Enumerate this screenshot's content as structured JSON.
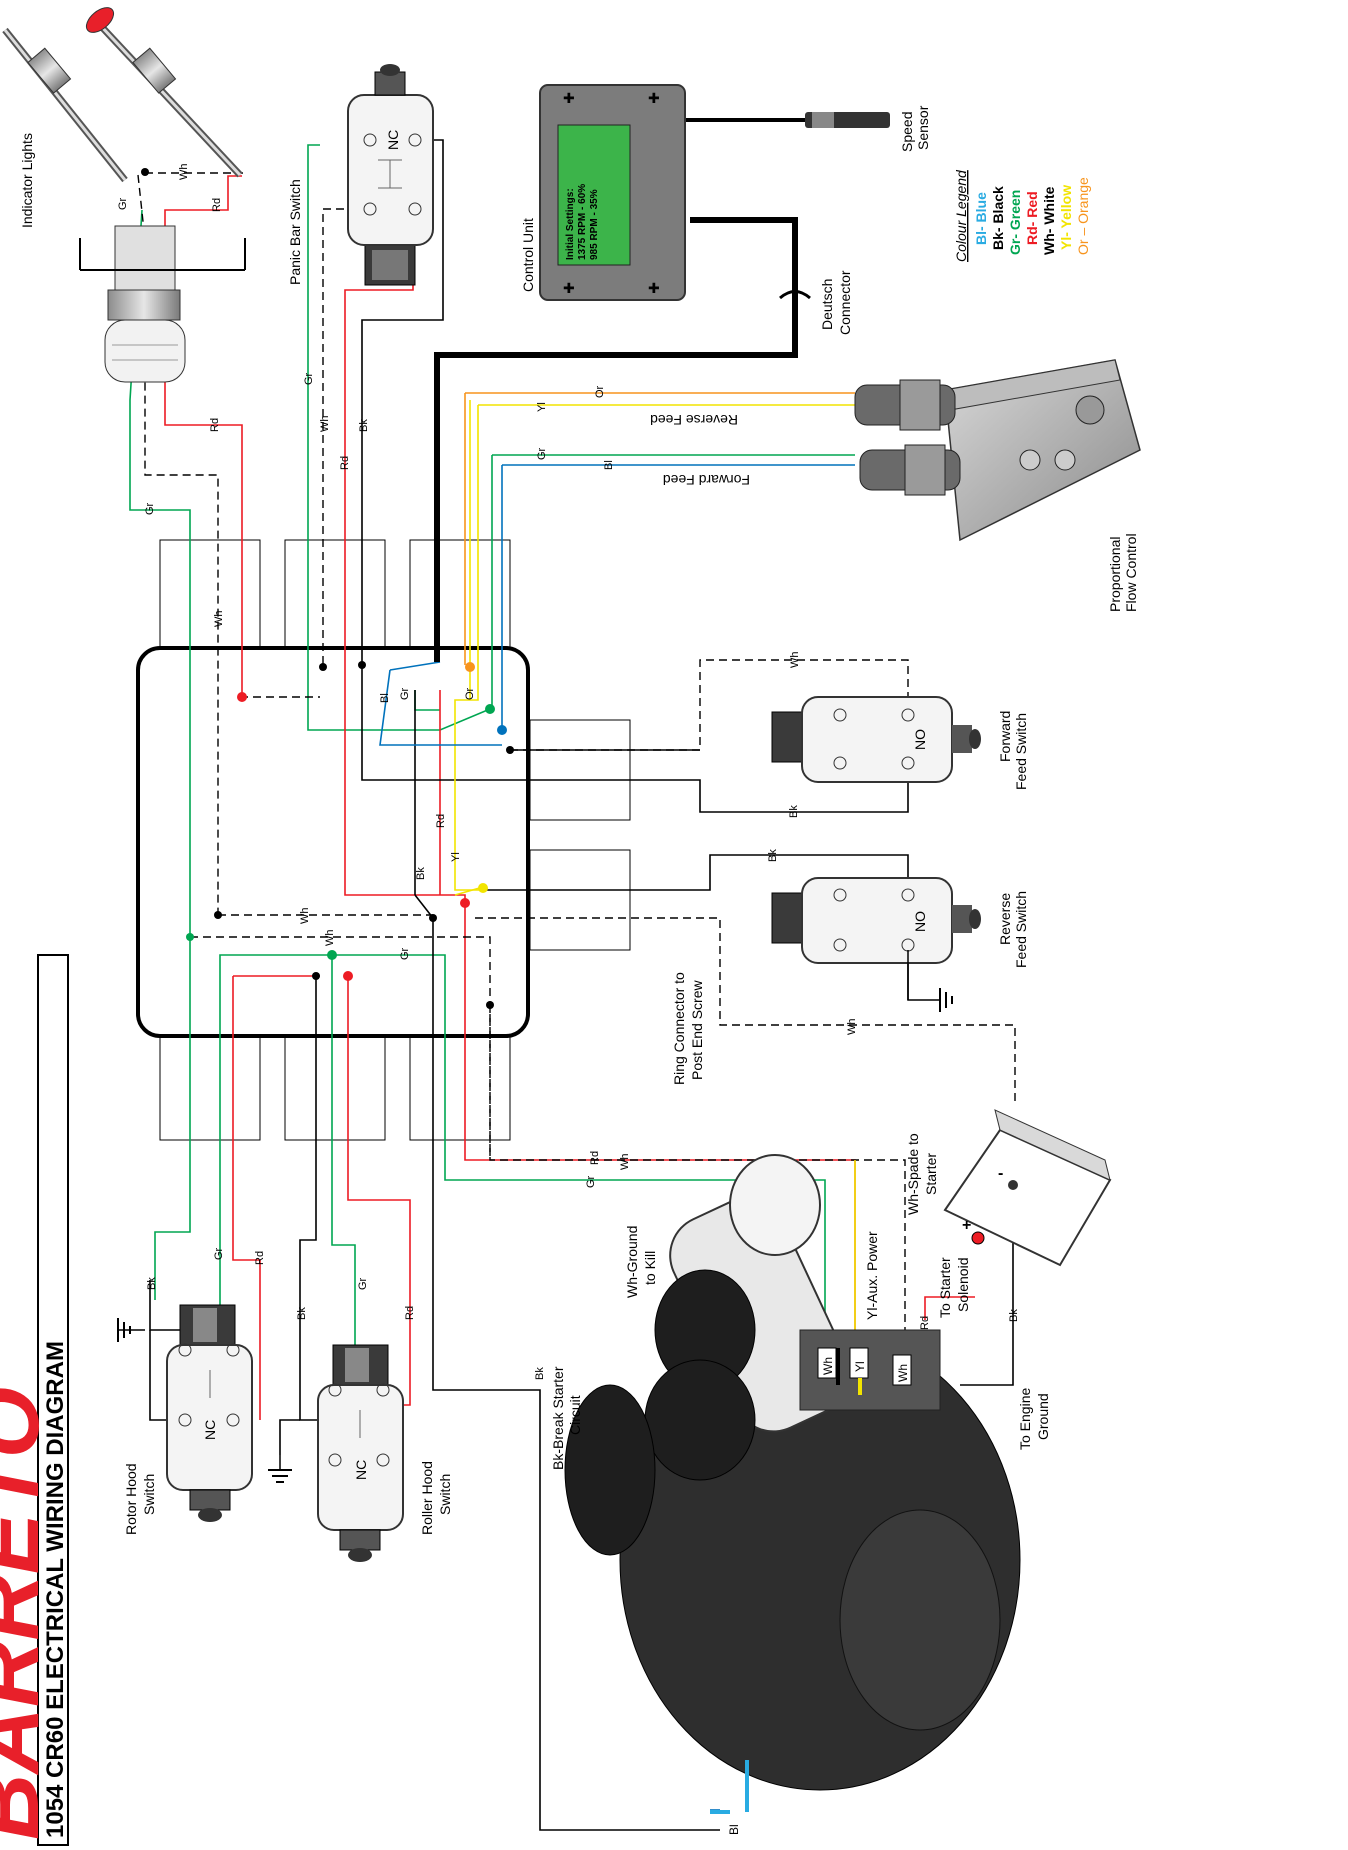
{
  "title": "1054 CR60 ELECTRICAL WIRING DIAGRAM",
  "brand": "BARRETO",
  "legend": {
    "heading": "Colour Legend",
    "items": [
      {
        "text": "Bl- Blue",
        "color": "#29abe2"
      },
      {
        "text": "Bk- Black",
        "color": "#000000"
      },
      {
        "text": "Gr- Green",
        "color": "#00a651"
      },
      {
        "text": "Rd- Red",
        "color": "#ed1c24"
      },
      {
        "text": "Wh- White",
        "color": "#000000"
      },
      {
        "text": "Yl- Yellow",
        "color": "#f2e400"
      },
      {
        "text": "Or – Orange",
        "color": "#f7941d"
      }
    ]
  },
  "components": {
    "indicator_lights": "Indicator Lights",
    "panic_bar_switch": "Panic Bar Switch",
    "control_unit": "Control Unit",
    "control_settings": [
      "Initial Settings:",
      "1375 RPM - 60%",
      "985 RPM - 35%"
    ],
    "speed_sensor": [
      "Speed",
      "Sensor"
    ],
    "deutsch_connector": [
      "Deutsch",
      "Connector"
    ],
    "proportional_flow_control": [
      "Proportional",
      "Flow Control"
    ],
    "reverse_feed": "Reverse Feed",
    "forward_feed": "Forward Feed",
    "forward_feed_switch": [
      "Forward",
      "Feed Switch"
    ],
    "reverse_feed_switch": [
      "Reverse",
      "Feed Switch"
    ],
    "ring_connector": [
      "Ring Connector to",
      "Post End Screw"
    ],
    "wh_spade": [
      "Wh-Spade to",
      "Starter"
    ],
    "wh_ground_kill": [
      "Wh-Ground",
      "to Kill"
    ],
    "yl_aux_power": "Yl-Aux. Power",
    "to_starter_solenoid": [
      "To Starter",
      "Solenoid"
    ],
    "to_engine_ground": [
      "To Engine",
      "Ground"
    ],
    "bk_break_starter": [
      "Bk-Break Starter",
      "Circuit"
    ],
    "rotor_hood_switch": [
      "Rotor Hood",
      "Switch"
    ],
    "roller_hood_switch": [
      "Roller Hood",
      "Switch"
    ],
    "nc": "NC",
    "no": "NO",
    "battery_plus": "+",
    "battery_minus": "-"
  },
  "wire_codes": {
    "gr": "Gr",
    "wh": "Wh",
    "rd": "Rd",
    "bk": "Bk",
    "yl": "Yl",
    "or": "Or",
    "bl": "Bl"
  },
  "colors": {
    "green": "#00a651",
    "red": "#ed1c24",
    "blue": "#0072bc",
    "yellow": "#f2e400",
    "orange": "#f7941d",
    "black": "#000000",
    "lcd": "#3cb44a",
    "brand_red": "#e8202a"
  }
}
